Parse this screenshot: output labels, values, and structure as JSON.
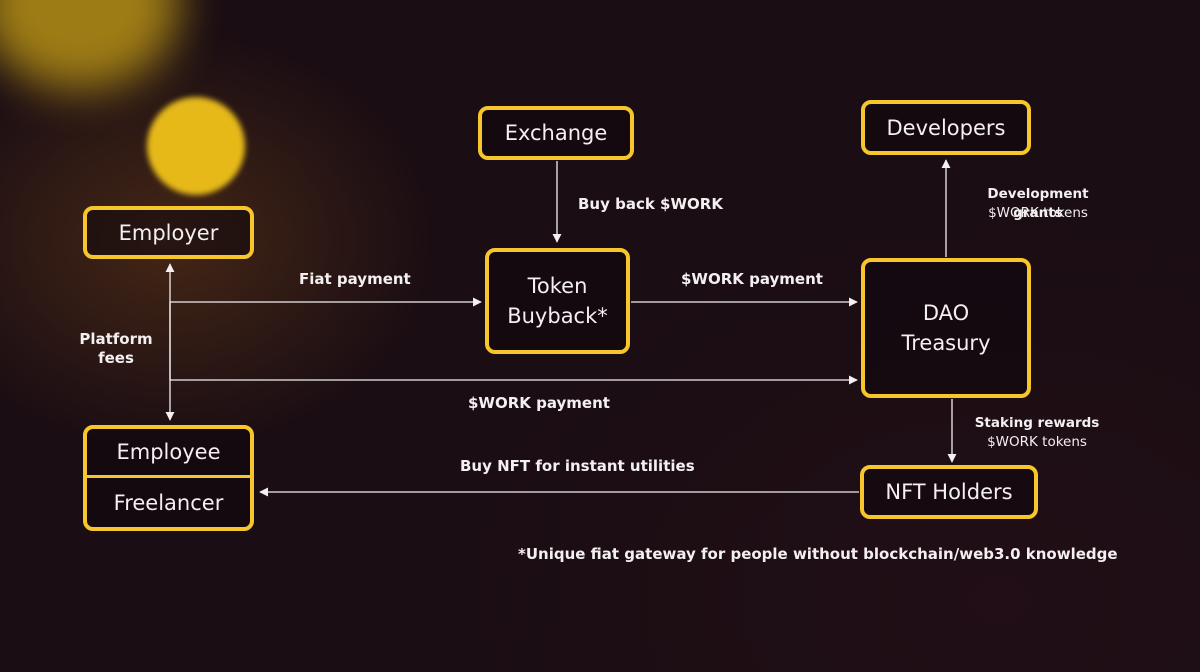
{
  "nodes": {
    "exchange": "Exchange",
    "developers": "Developers",
    "employer": "Employer",
    "token_buyback": "Token\nBuyback*",
    "dao_treasury": "DAO\nTreasury",
    "employee": "Employee",
    "freelancer": "Freelancer",
    "nft_holders": "NFT Holders"
  },
  "edges": {
    "buy_back": "Buy back $WORK",
    "development_grants": "Development grants",
    "development_grants_tokens": "$WORK tokens",
    "fiat_payment": "Fiat payment",
    "work_payment_top": "$WORK payment",
    "platform_fees": "Platform\nfees",
    "work_payment_bottom": "$WORK payment",
    "staking_rewards": "Staking rewards",
    "staking_rewards_tokens": "$WORK tokens",
    "buy_nft": "Buy NFT for instant utilities"
  },
  "footnote": "*Unique fiat gateway for people without blockchain/web3.0 knowledge",
  "colors": {
    "accent": "#f7c62a",
    "text": "#f4eff0",
    "background": "#1a0d13"
  }
}
